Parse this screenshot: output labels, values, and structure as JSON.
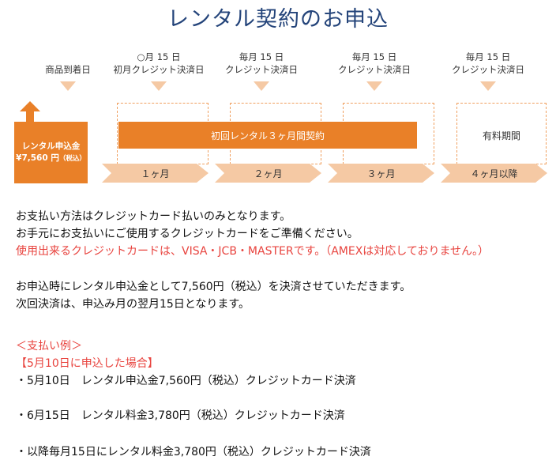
{
  "title": "レンタル契約のお申込",
  "timeline": {
    "dates": [
      {
        "line1": "",
        "line2": "商品到着日"
      },
      {
        "line1": "○月 15 日",
        "line2": "初月クレジット決済日"
      },
      {
        "line1": "毎月 15 日",
        "line2": "クレジット決済日"
      },
      {
        "line1": "毎月 15 日",
        "line2": "クレジット決済日"
      },
      {
        "line1": "毎月 15 日",
        "line2": "クレジット決済日"
      }
    ],
    "fee": {
      "line1": "レンタル申込金",
      "amount": "¥7,560 円",
      "tax": "（税込）"
    },
    "contract_bar": "初回レンタル３ヶ月間契約",
    "paid_period": "有料期間",
    "months": [
      "１ヶ月",
      "２ヶ月",
      "３ヶ月",
      "４ヶ月以降"
    ],
    "colors": {
      "orange": "#e98028",
      "arrow": "#f5c9a4",
      "dash": "#f0a060"
    }
  },
  "body": {
    "lines": [
      "お支払い方法はクレジットカード払いのみとなります。",
      "お手元にお支払いにご使用するクレジットカードをご準備ください。"
    ],
    "notice": "使用出来るクレジットカードは、VISA・JCB・MASTERです。（AMEXは対応しておりません。）",
    "lines2": [
      "お申込時にレンタル申込金として7,560円（税込）を決済させていただきます。",
      "次回決済は、申込み月の翌月15日となります。"
    ],
    "example_heading": "＜支払い例＞",
    "example_case": "【5月10日に申込した場合】",
    "examples": [
      "・5月10日　レンタル申込金7,560円（税込）クレジットカード決済",
      "・6月15日　レンタル料金3,780円（税込）クレジットカード決済",
      "・以降毎月15日にレンタル料金3,780円（税込）クレジットカード決済"
    ]
  }
}
